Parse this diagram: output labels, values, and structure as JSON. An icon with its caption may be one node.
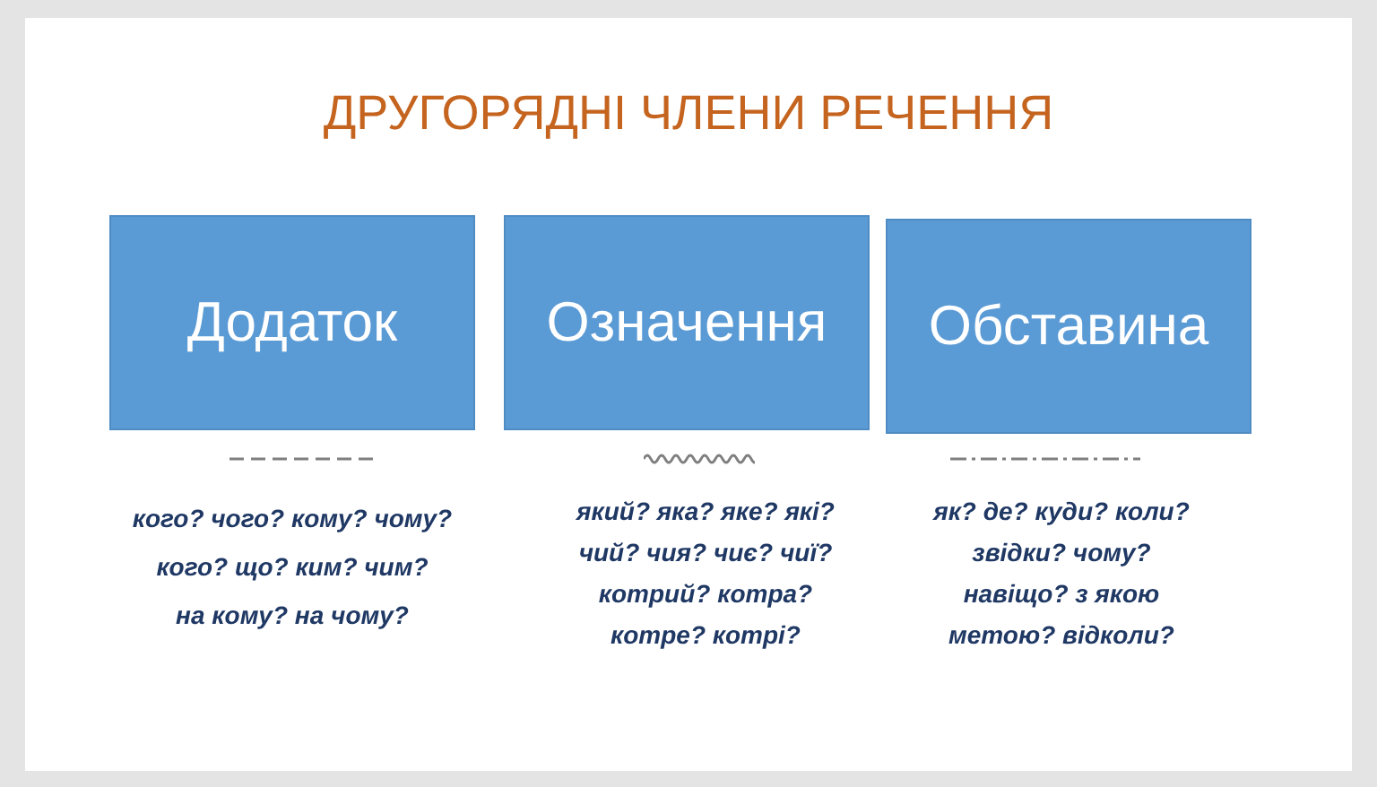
{
  "diagram": {
    "title": "ДРУГОРЯДНІ ЧЛЕНИ РЕЧЕННЯ",
    "nodes": [
      {
        "text": [
          "Додаток"
        ],
        "beside": [
          "кого? чого? кому? чому?",
          "кого? що? ким? чим?",
          "на кому? на чому?"
        ]
      },
      {
        "text": [
          "Означення"
        ],
        "beside": [
          "який? яка? яке? які? чий? чия? чиє? чиї? котрий? котра? котре? котрі?"
        ]
      },
      {
        "text": [
          "Обставина"
        ],
        "beside": [
          "як? де? куди? коли? звідки? чому? навіщо? з якою метою? відколи?"
        ]
      }
    ]
  }
}
